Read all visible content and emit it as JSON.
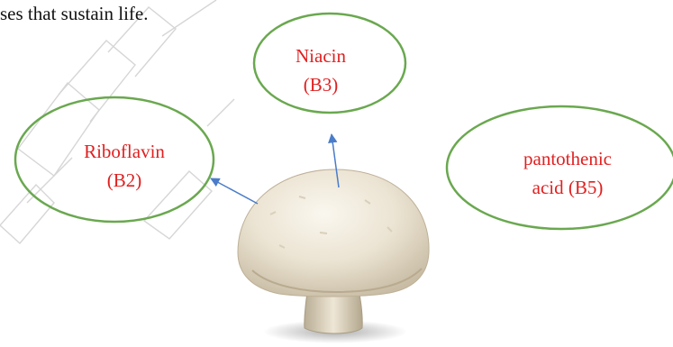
{
  "document": {
    "intro_fragment": "ses that sustain life."
  },
  "diagram": {
    "nodes": [
      {
        "id": "niacin",
        "name": "Niacin",
        "code": "(B3)"
      },
      {
        "id": "riboflavin",
        "name": "Riboflavin",
        "code": "(B2)"
      },
      {
        "id": "pantothenic",
        "name": "pantothenic",
        "code": "acid (B5)"
      }
    ],
    "edges": [
      {
        "from": "mushroom",
        "to": "niacin"
      },
      {
        "from": "mushroom",
        "to": "riboflavin"
      }
    ],
    "colors": {
      "ellipse_stroke": "#6aa84f",
      "label_text": "#e02020",
      "arrow": "#4a7cc9",
      "watermark": "#d0d0d0"
    }
  }
}
